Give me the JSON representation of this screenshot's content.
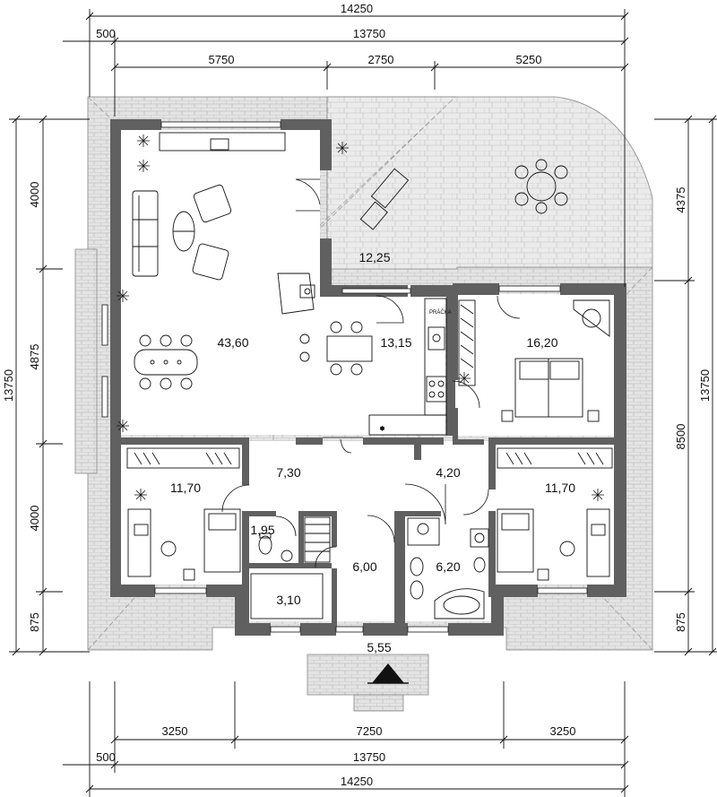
{
  "dimensions": {
    "top": {
      "overall": "14250",
      "offset": "500",
      "inner": "13750",
      "segments": [
        "5750",
        "2750",
        "5250"
      ]
    },
    "bottom": {
      "overall": "14250",
      "offset": "500",
      "inner": "13750",
      "segments": [
        "3250",
        "7250",
        "3250"
      ]
    },
    "left": {
      "overall": "13750",
      "segments": [
        "4000",
        "4875",
        "4000",
        "875"
      ]
    },
    "right": {
      "overall": "13750",
      "segments": [
        "4375",
        "8500",
        "875"
      ]
    }
  },
  "rooms": {
    "living": "43,60",
    "terrace": "12,25",
    "kitchen": "13,15",
    "bedroom_master": "16,20",
    "hall": "7,30",
    "corridor": "4,20",
    "bedroom_left": "11,70",
    "bedroom_right": "11,70",
    "wc": "1,95",
    "pantry": "3,10",
    "entrance": "6,00",
    "bathroom": "6,20",
    "porch": "5,55"
  },
  "fixtures": {
    "washer_label": "PRÁČKA"
  },
  "colors": {
    "wall": "#606060",
    "paving": "#d8d8d8",
    "line": "#111111"
  },
  "icons": [
    "plant-icon",
    "armchair-icon",
    "sofa-icon",
    "dining-table-icon",
    "bed-icon",
    "desk-icon",
    "toilet-icon",
    "bathtub-icon",
    "stove-icon",
    "north-arrow-icon"
  ]
}
